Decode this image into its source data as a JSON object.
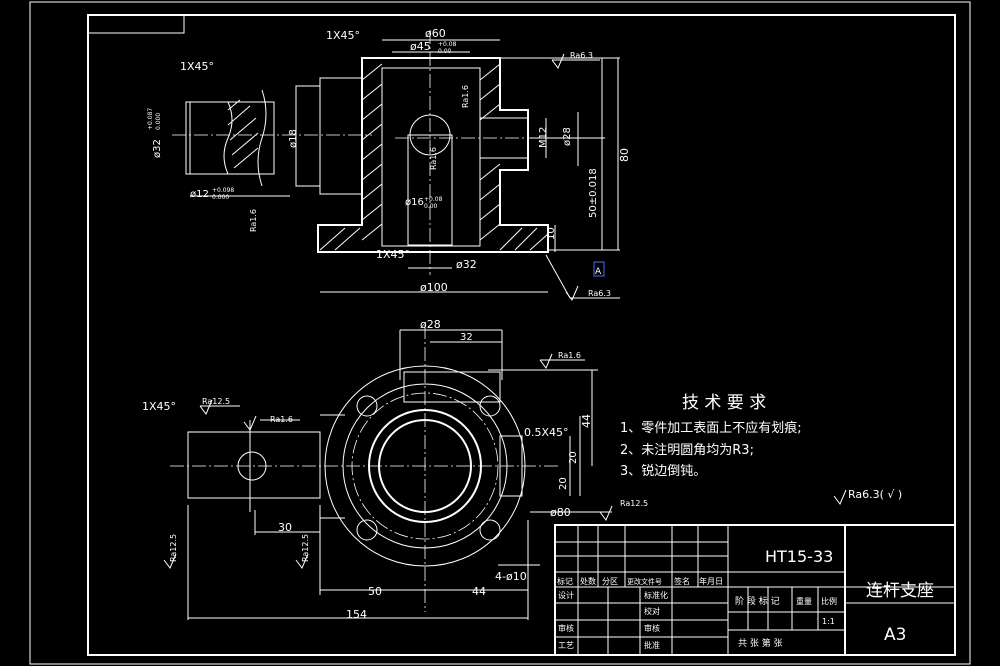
{
  "title_block": {
    "drawing_number": "HT15-33",
    "part_name": "连杆支座",
    "sheet_size": "A3",
    "row1": [
      "标记",
      "处数",
      "分区",
      "更改文件号",
      "签名",
      "年月日"
    ],
    "design": "设计",
    "standardize": "标准化",
    "review": "审核",
    "craft": "工艺",
    "proofread": "校对",
    "audit": "审核",
    "approve": "批准",
    "stage_mark": "阶 段 标 记",
    "weight": "重量",
    "scale_label": "比例",
    "scale_value": "1:1",
    "sheets": "共   张  第   张"
  },
  "tech_requirements": {
    "heading": "技 术 要 求",
    "items": [
      "1、零件加工表面上不应有划痕;",
      "2、未注明圆角均为R3;",
      "3、锐边倒钝。"
    ],
    "roughness_note": "Ra6.3(  √  )"
  },
  "front_view": {
    "d60": "ø60",
    "d45": "ø45",
    "d45_tol_up": "+0.08",
    "d45_tol_low": "0.00",
    "chamfer_top": "1X45°",
    "chamfer_left": "1X45°",
    "chamfer_bottom": "1X45°",
    "ra_top": "Ra6.3",
    "ra_inner": "Ra1.6",
    "ra_hole": "Ra1.6",
    "ra_bottom": "Ra6.3",
    "ra_left": "Ra1.6",
    "d32": "ø32",
    "d32_tol_up": "+0.087",
    "d32_tol_low": "0.000",
    "d18": "ø18",
    "d12": "ø12",
    "d12_tol_up": "+0.098",
    "d12_tol_low": "0.000",
    "d16": "ø16",
    "d16_tol_up": "+0.08",
    "d16_tol_low": "0.00",
    "m12": "M12",
    "d28": "ø28",
    "h80": "80",
    "h50": "50±0.018",
    "h10": "10",
    "d32b": "ø32",
    "d100": "ø100",
    "datum": "A"
  },
  "top_view": {
    "d28": "ø28",
    "w32": "32",
    "ra_top": "Ra1.6",
    "chamfer": "1X45°",
    "ra_shaft": "Ra12.5",
    "ra_hole": "Ra1.6",
    "h44": "44",
    "chamfer05": "0.5X45°",
    "h20": "20",
    "h20b": "20",
    "d80": "ø80",
    "ra_flange": "Ra12.5",
    "w30": "30",
    "holes": "4-ø10",
    "w50": "50",
    "w44": "44",
    "w154": "154",
    "ra_v1": "Ra12.5",
    "ra_v2": "Ra12.5"
  }
}
